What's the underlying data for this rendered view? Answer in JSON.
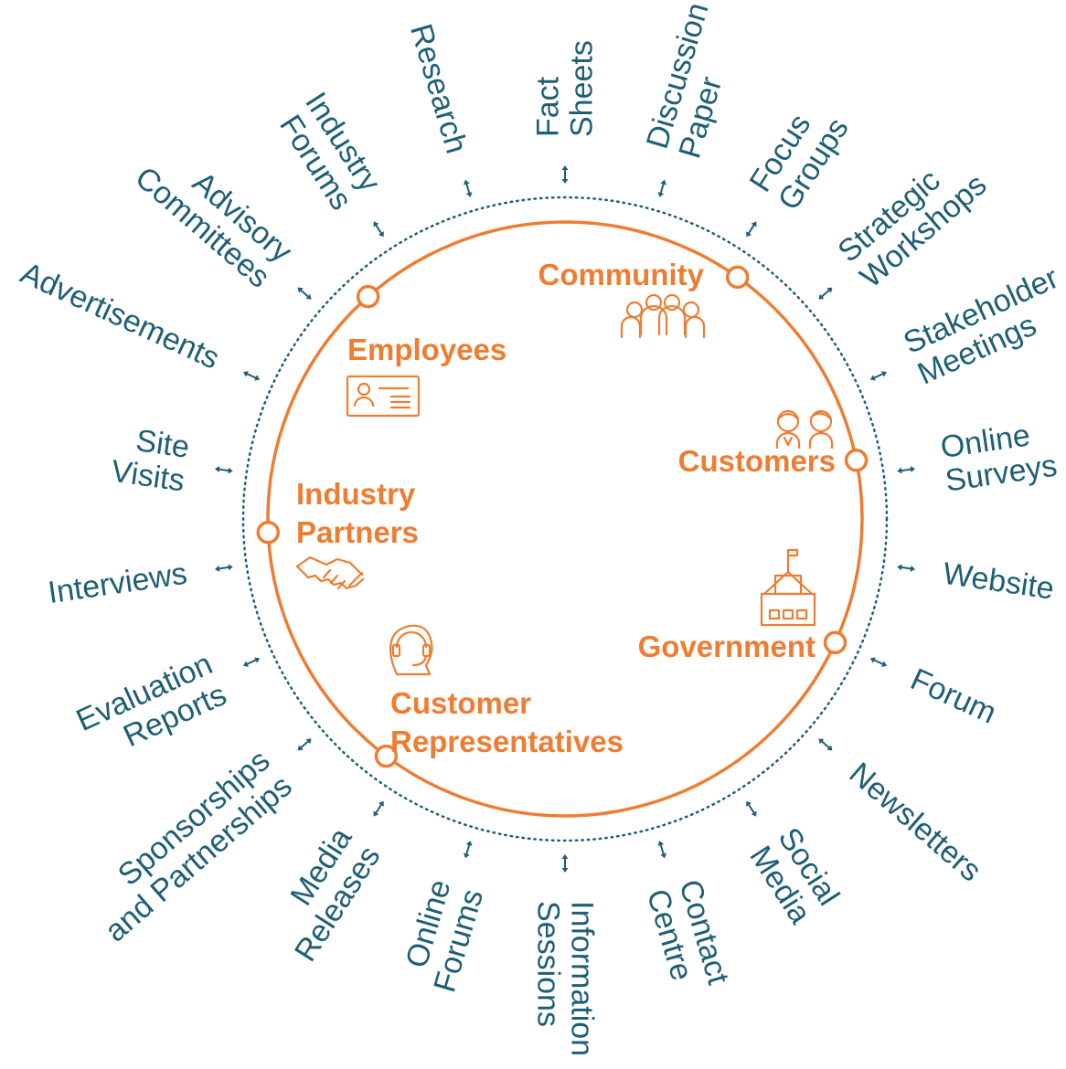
{
  "colors": {
    "channel": "#1f5f75",
    "stakeholder": "#ee7d33",
    "ring_dots": "#1f5f75"
  },
  "stakeholders": [
    {
      "id": "community",
      "lines": [
        "Community"
      ],
      "icon": "group-of-people-icon"
    },
    {
      "id": "employees",
      "lines": [
        "Employees"
      ],
      "icon": "id-card-icon"
    },
    {
      "id": "customers",
      "lines": [
        "Customers"
      ],
      "icon": "two-people-icon"
    },
    {
      "id": "industry-partners",
      "lines": [
        "Industry",
        "Partners"
      ],
      "icon": "handshake-icon"
    },
    {
      "id": "government",
      "lines": [
        "Government"
      ],
      "icon": "government-building-icon"
    },
    {
      "id": "customer-representatives",
      "lines": [
        "Customer",
        "Representatives"
      ],
      "icon": "headset-agent-icon"
    }
  ],
  "channels": [
    {
      "id": "fact-sheets",
      "lines": [
        "Fact",
        "Sheets"
      ]
    },
    {
      "id": "discussion-paper",
      "lines": [
        "Discussion",
        "Paper"
      ]
    },
    {
      "id": "focus-groups",
      "lines": [
        "Focus",
        "Groups"
      ]
    },
    {
      "id": "strategic-workshops",
      "lines": [
        "Strategic",
        "Workshops"
      ]
    },
    {
      "id": "stakeholder-meetings",
      "lines": [
        "Stakeholder",
        "Meetings"
      ]
    },
    {
      "id": "online-surveys",
      "lines": [
        "Online",
        "Surveys"
      ]
    },
    {
      "id": "website",
      "lines": [
        "Website"
      ]
    },
    {
      "id": "forum",
      "lines": [
        "Forum"
      ]
    },
    {
      "id": "newsletters",
      "lines": [
        "Newsletters"
      ]
    },
    {
      "id": "social-media",
      "lines": [
        "Social",
        "Media"
      ]
    },
    {
      "id": "contact-centre",
      "lines": [
        "Contact",
        "Centre"
      ]
    },
    {
      "id": "information-sessions",
      "lines": [
        "Information",
        "Sessions"
      ]
    },
    {
      "id": "online-forums",
      "lines": [
        "Online",
        "Forums"
      ]
    },
    {
      "id": "media-releases",
      "lines": [
        "Media",
        "Releases"
      ]
    },
    {
      "id": "sponsorships-and-partnerships",
      "lines": [
        "Sponsorships",
        "and Partnerships"
      ]
    },
    {
      "id": "evaluation-reports",
      "lines": [
        "Evaluation",
        "Reports"
      ]
    },
    {
      "id": "interviews",
      "lines": [
        "Interviews"
      ]
    },
    {
      "id": "site-visits",
      "lines": [
        "Site",
        "Visits"
      ]
    },
    {
      "id": "advertisements",
      "lines": [
        "Advertisements"
      ]
    },
    {
      "id": "advisory-committees",
      "lines": [
        "Advisory",
        "Committees"
      ]
    },
    {
      "id": "industry-forums",
      "lines": [
        "Industry",
        "Forums"
      ]
    },
    {
      "id": "research",
      "lines": [
        "Research"
      ]
    }
  ]
}
